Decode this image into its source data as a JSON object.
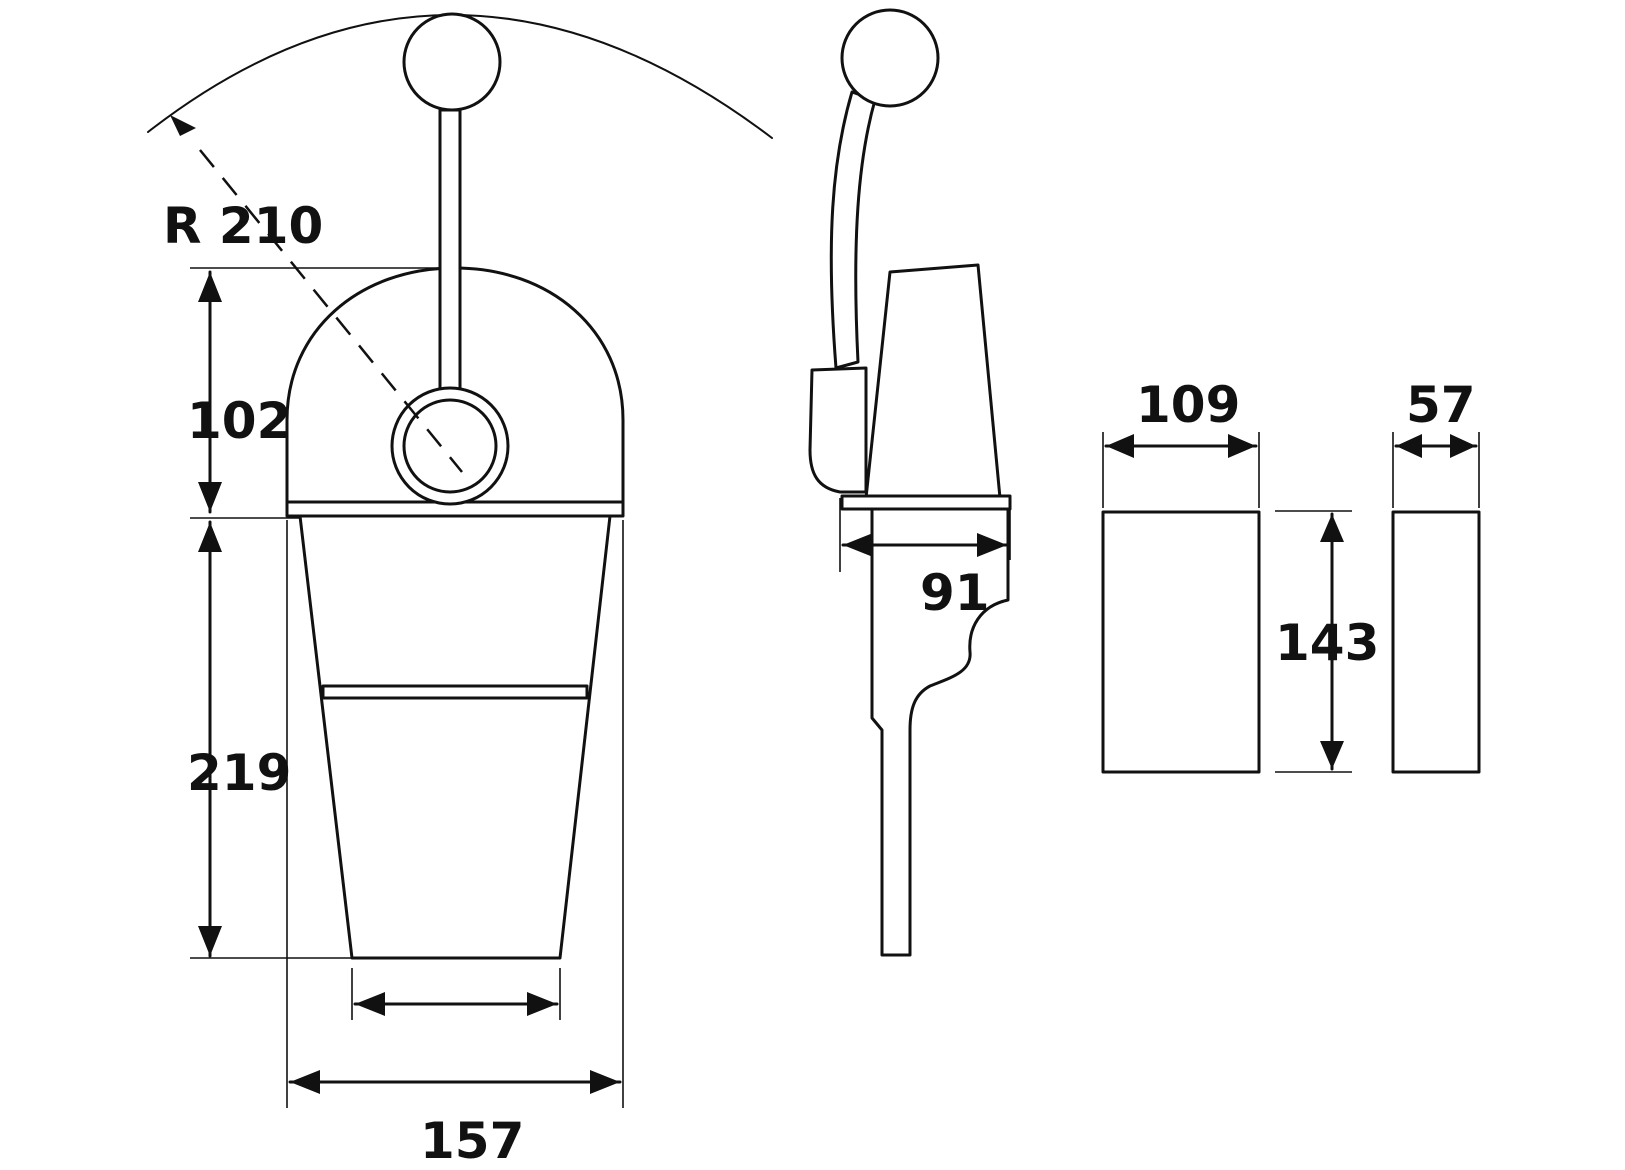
{
  "labels": {
    "radius": "R 210",
    "upper_height": "102",
    "lower_height": "219",
    "base_width": "157",
    "side_depth": "91",
    "cutout_width": "109",
    "cutout_height": "143",
    "cutout_depth": "57"
  },
  "colors": {
    "line": "#111111",
    "background": "#ffffff"
  }
}
